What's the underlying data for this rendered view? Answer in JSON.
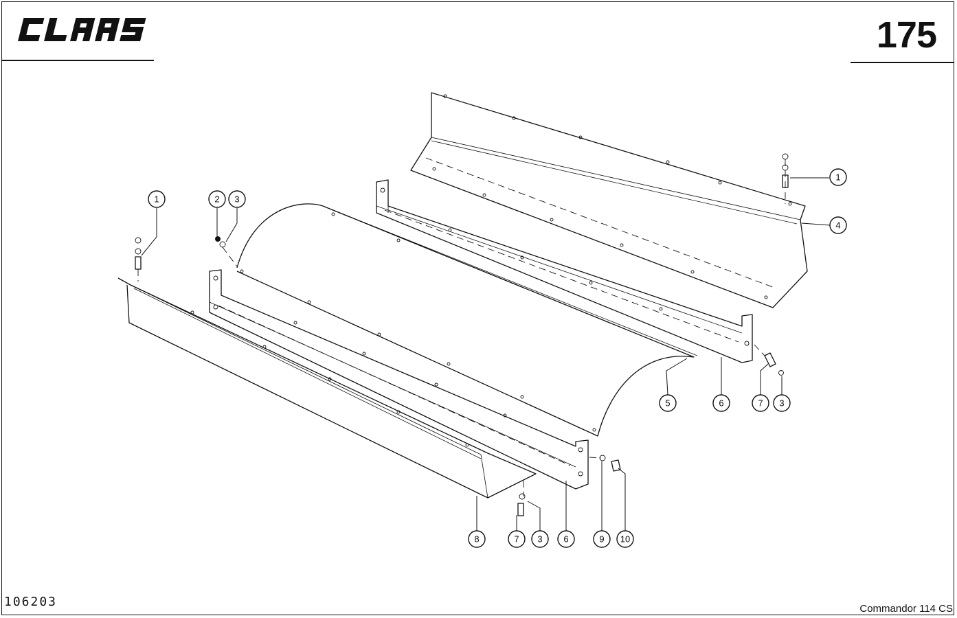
{
  "header": {
    "brand": "CLAAS",
    "page_number": "175"
  },
  "footer": {
    "drawing_number": "106203",
    "model": "Commandor 114 CS"
  },
  "callouts": [
    {
      "id": "c1a",
      "label": "1"
    },
    {
      "id": "c4",
      "label": "4"
    },
    {
      "id": "c1b",
      "label": "1"
    },
    {
      "id": "c2",
      "label": "2"
    },
    {
      "id": "c3a",
      "label": "3"
    },
    {
      "id": "c5",
      "label": "5"
    },
    {
      "id": "c6a",
      "label": "6"
    },
    {
      "id": "c7a",
      "label": "7"
    },
    {
      "id": "c3b",
      "label": "3"
    },
    {
      "id": "c8",
      "label": "8"
    },
    {
      "id": "c7b",
      "label": "7"
    },
    {
      "id": "c3c",
      "label": "3"
    },
    {
      "id": "c6b",
      "label": "6"
    },
    {
      "id": "c9",
      "label": "9"
    },
    {
      "id": "c10",
      "label": "10"
    }
  ]
}
